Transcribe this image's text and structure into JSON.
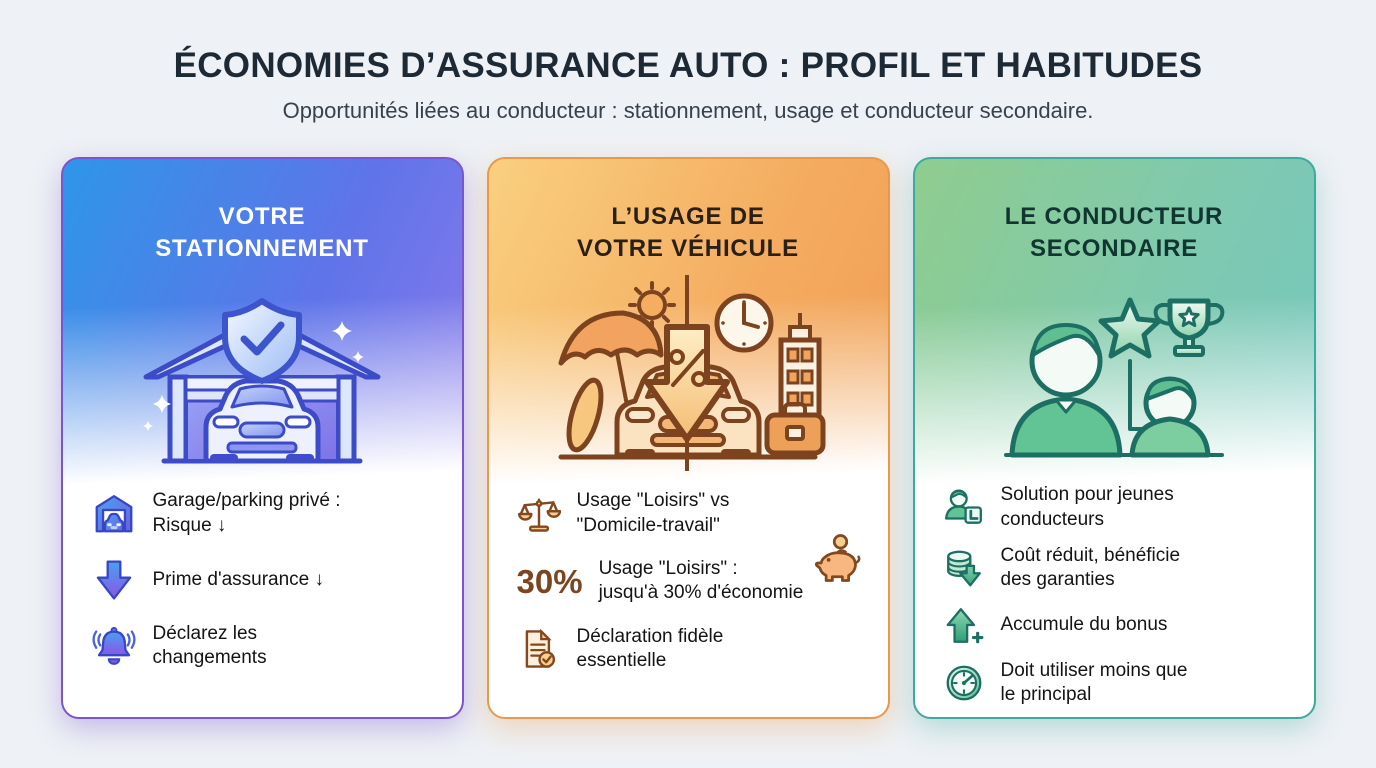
{
  "header": {
    "title": "ÉCONOMIES D’ASSURANCE AUTO : PROFIL ET HABITUDES",
    "subtitle": "Opportunités liées au conducteur : stationnement, usage et conducteur secondaire."
  },
  "colors": {
    "background": "#eef1f5",
    "card_parking_accent": "#7a55cf",
    "card_usage_accent": "#e8994b",
    "card_secondary_accent": "#3fa89f",
    "stat_color": "#7a4520"
  },
  "cards": [
    {
      "title_line1": "VOTRE",
      "title_line2": "STATIONNEMENT",
      "illustration": "garage-car-shield",
      "items": [
        {
          "icon": "garage-car-icon",
          "line1": "Garage/parking privé :",
          "line2": "Risque ↓"
        },
        {
          "icon": "arrow-down-icon",
          "line1": "Prime d'assurance ↓",
          "line2": ""
        },
        {
          "icon": "alert-bell-icon",
          "line1": "Déclarez les",
          "line2": "changements"
        }
      ]
    },
    {
      "title_line1": "L’USAGE DE",
      "title_line2": "VOTRE VÉHICULE",
      "illustration": "leisure-vs-commute-scene",
      "items": [
        {
          "icon": "balance-scale-icon",
          "line1": "Usage \"Loisirs\" vs",
          "line2": "\"Domicile-travail\""
        },
        {
          "stat": "30%",
          "icon": "piggy-bank-icon",
          "line1": "Usage \"Loisirs\" :",
          "line2": "jusqu'à 30% d'économie"
        },
        {
          "icon": "document-check-icon",
          "line1": "Déclaration fidèle",
          "line2": "essentielle"
        }
      ]
    },
    {
      "title_line1": "LE CONDUCTEUR",
      "title_line2": "SECONDAIRE",
      "illustration": "drivers-star-trophy-scene",
      "items": [
        {
          "icon": "learner-driver-icon",
          "line1": "Solution pour jeunes",
          "line2": "conducteurs"
        },
        {
          "icon": "coins-savings-icon",
          "line1": "Coût réduit, bénéficie",
          "line2": "des garanties"
        },
        {
          "icon": "bonus-up-icon",
          "line1": "Accumule du bonus",
          "line2": ""
        },
        {
          "icon": "gauge-icon",
          "line1": "Doit utiliser moins que",
          "line2": "le principal"
        }
      ]
    }
  ]
}
